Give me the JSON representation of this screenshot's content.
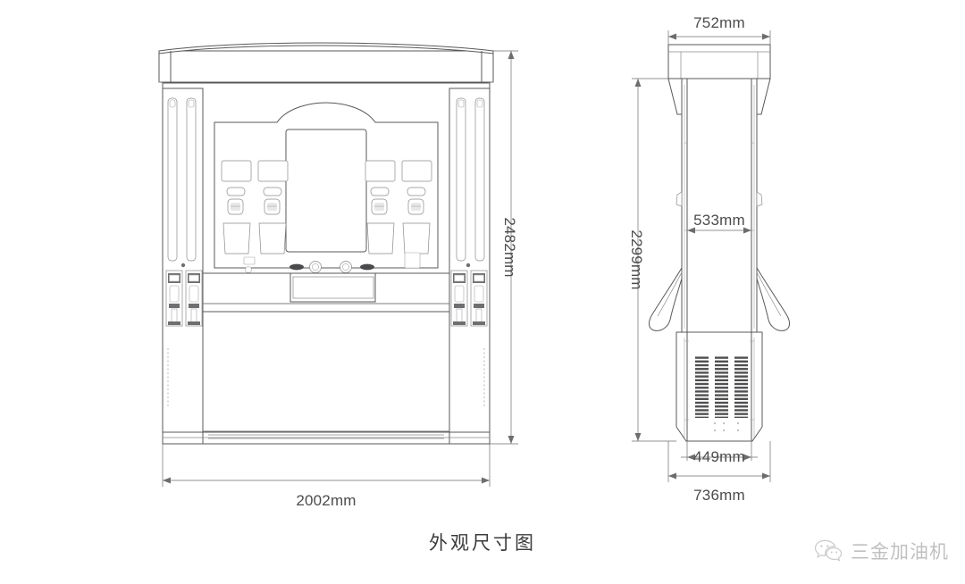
{
  "caption": "外观尺寸图",
  "watermark": {
    "icon": "wechat-icon",
    "text": "三金加油机"
  },
  "front_view": {
    "name": "front-elevation",
    "dimensions": {
      "height": "2482mm",
      "width": "2002mm"
    }
  },
  "side_view": {
    "name": "side-elevation",
    "dimensions": {
      "canopy_width": "752mm",
      "height": "2299mm",
      "body_width": "533mm",
      "base_inner_width": "449mm",
      "base_width": "736mm"
    }
  },
  "colors": {
    "background": "#ffffff",
    "line": "#58585a",
    "line_light": "#a6a6a8",
    "dimension_text": "#4b4b4d",
    "caption_text": "#3b3b3b",
    "watermark_text": "#9a9a9a",
    "vent_dark": "#4a4a4c"
  }
}
